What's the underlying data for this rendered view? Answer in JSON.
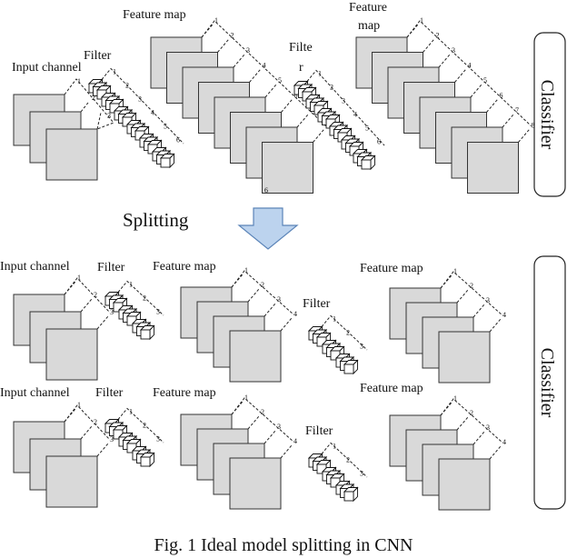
{
  "top": {
    "input_channel": "Input channel",
    "filter_1": "Filter",
    "feature_map_1": "Feature map",
    "filter_2": [
      "Filte",
      "r"
    ],
    "feature_map_2": [
      "Feature",
      "map"
    ],
    "numbers_3": [
      "1",
      "2",
      "3"
    ],
    "numbers_8": [
      "1",
      "2",
      "3",
      "4",
      "5",
      "6",
      "7",
      "8"
    ],
    "fm1_bottom_num": "6"
  },
  "splitting_label": "Splitting",
  "classifier": "Classifier",
  "bottom": {
    "input_channel": "Input channel",
    "filter": "Filter",
    "feature_map": "Feature map",
    "numbers_3": [
      "1",
      "2",
      "3"
    ],
    "numbers_4": [
      "1",
      "2",
      "3",
      "4"
    ]
  },
  "caption": "Fig. 1 Ideal model splitting in CNN",
  "colors": {
    "square_fill": "#d9d9d9",
    "arrow_fill": "#bcd3ee",
    "arrow_stroke": "#5b84b8"
  }
}
